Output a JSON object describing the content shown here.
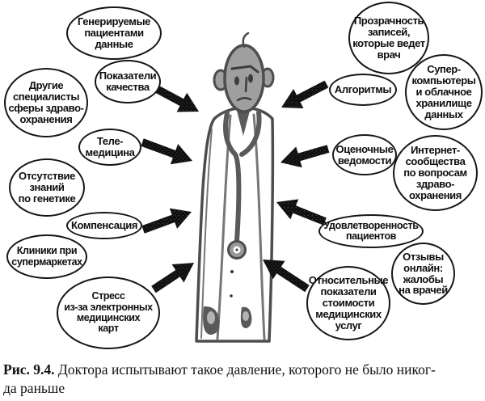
{
  "figure": {
    "caption_label": "Рис. 9.4.",
    "caption_text": " Доктора испытывают такое давление, которого не было никог-\nда раньше"
  },
  "bubbles": [
    {
      "name": "patient-generated-data",
      "label": "Генерируемые\nпациентами\nданные"
    },
    {
      "name": "quality-metrics",
      "label": "Показатели\nкачества"
    },
    {
      "name": "other-healthcare-specialists",
      "label": "Другие\nспециалисты\nсферы здраво-\nохранения"
    },
    {
      "name": "telemedicine",
      "label": "Теле-\nмедицина"
    },
    {
      "name": "lack-of-genetics-knowledge",
      "label": "Отсутствие\nзнаний\nпо генетике"
    },
    {
      "name": "compensation",
      "label": "Компенсация"
    },
    {
      "name": "supermarket-clinics",
      "label": "Клиники при\nсупермаркетах"
    },
    {
      "name": "ehr-stress",
      "label": "Стресс\nиз-за электронных\nмедицинских\nкарт"
    },
    {
      "name": "record-transparency",
      "label": "Прозрачность\nзаписей,\nкоторые ведет\nврач"
    },
    {
      "name": "algorithms",
      "label": "Алгоритмы"
    },
    {
      "name": "supercomputers-cloud-storage",
      "label": "Супер-\nкомпьютеры\nи облачное\nхранилище\nданных"
    },
    {
      "name": "scorecards",
      "label": "Оценочные\nведомости"
    },
    {
      "name": "internet-health-communities",
      "label": "Интернет-\nсообщества\nпо вопросам\nздраво-\nохранения"
    },
    {
      "name": "patient-satisfaction",
      "label": "Удовлетворенность\nпациентов"
    },
    {
      "name": "online-reviews",
      "label": "Отзывы\nонлайн:\nжалобы\nна врачей"
    },
    {
      "name": "relative-cost-metrics",
      "label": "Относительные\nпоказатели\nстоимости\nмедицинских\nуслуг"
    }
  ],
  "colors": {
    "bubble_border": "#161616",
    "arrow_black": "#101010",
    "doctor_skin_gray": "#9f9f9f",
    "doctor_outline_gray": "#4d4d4d",
    "caption_text": "#111111"
  }
}
